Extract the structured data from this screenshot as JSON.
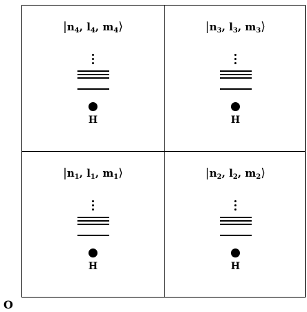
{
  "cells": [
    {
      "id": "tl",
      "n": "n",
      "l": "l",
      "m": "m",
      "index": "4",
      "atom": "H"
    },
    {
      "id": "tr",
      "n": "n",
      "l": "l",
      "m": "m",
      "index": "3",
      "atom": "H"
    },
    {
      "id": "bl",
      "n": "n",
      "l": "l",
      "m": "m",
      "index": "1",
      "atom": "H"
    },
    {
      "id": "br",
      "n": "n",
      "l": "l",
      "m": "m",
      "index": "2",
      "atom": "H"
    }
  ],
  "ket": {
    "open": "|",
    "close": "⟩",
    "sep": ", "
  },
  "origin_label": "O"
}
